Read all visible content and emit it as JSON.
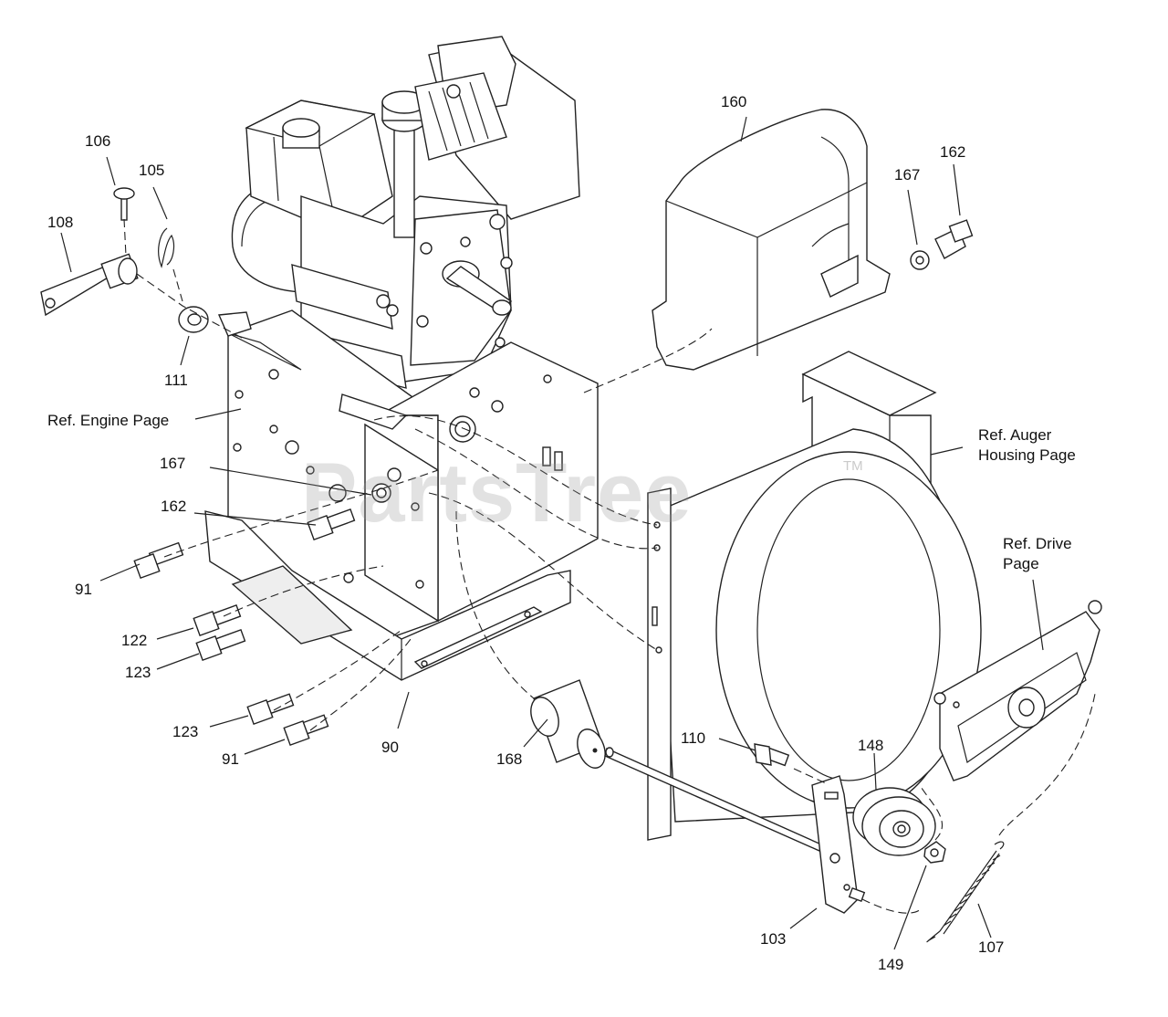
{
  "diagram": {
    "callouts": {
      "n106": "106",
      "n105": "105",
      "n108": "108",
      "n111": "111",
      "n160": "160",
      "n162_top": "162",
      "n167_top": "167",
      "n167_mid": "167",
      "n162_mid": "162",
      "n91_top": "91",
      "n122": "122",
      "n123_a": "123",
      "n123_b": "123",
      "n91_bottom": "91",
      "n90": "90",
      "n168": "168",
      "n110": "110",
      "n148": "148",
      "n103": "103",
      "n149": "149",
      "n107": "107"
    },
    "references": {
      "engine_page": "Ref. Engine Page",
      "auger_line1": "Ref. Auger",
      "auger_line2": "Housing Page",
      "drive_line1": "Ref. Drive",
      "drive_line2": "Page"
    },
    "watermark": "PartsTree",
    "trademark": "TM"
  }
}
